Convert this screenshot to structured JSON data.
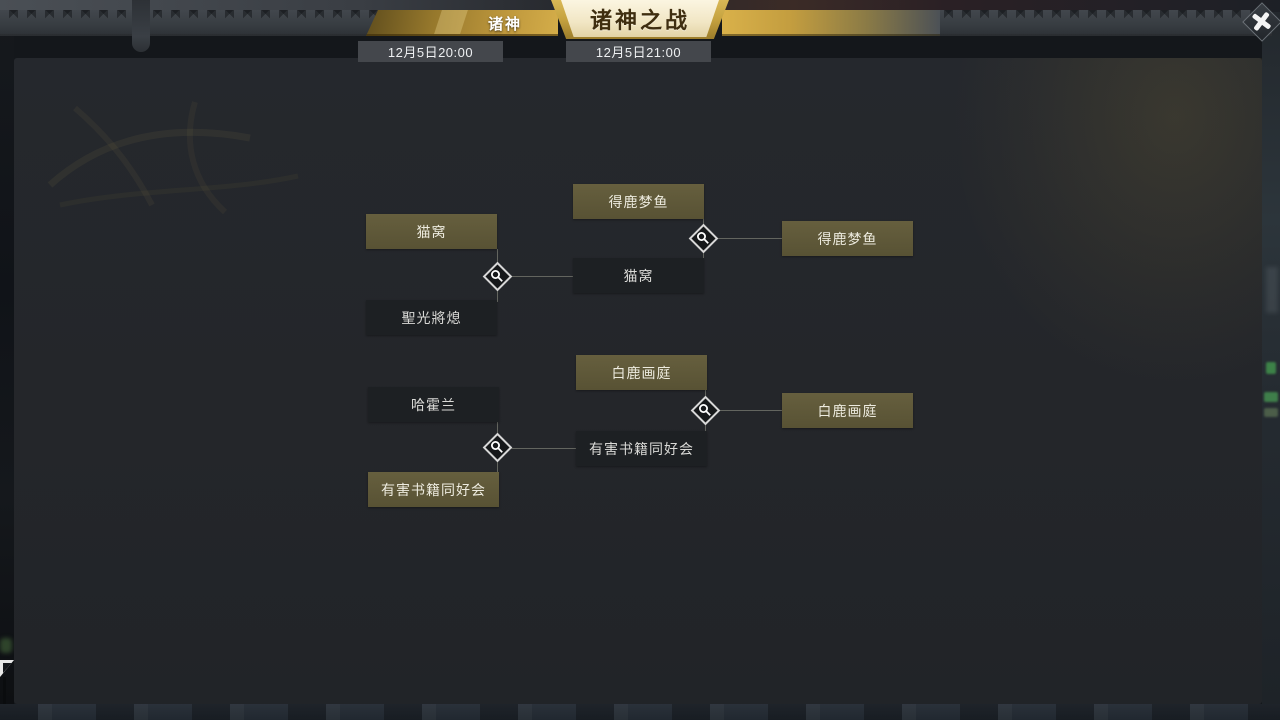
{
  "window": {
    "tab_label": "诸神",
    "title": "诸神之战"
  },
  "schedule": [
    {
      "label": "12月5日20:00"
    },
    {
      "label": "12月5日21:00"
    }
  ],
  "bracket": {
    "matches": [
      {
        "bracket": "upper",
        "round_time": "12月5日20:00",
        "teams": [
          "猫窝",
          "聖光將熄"
        ],
        "winner": "猫窝"
      },
      {
        "bracket": "lower",
        "round_time": "12月5日20:00",
        "teams": [
          "哈霍兰",
          "有害书籍同好会"
        ],
        "winner": "有害书籍同好会"
      },
      {
        "bracket": "upper",
        "round_time": "12月5日21:00",
        "teams": [
          "得鹿梦鱼",
          "猫窝"
        ],
        "winner": "得鹿梦鱼"
      },
      {
        "bracket": "lower",
        "round_time": "12月5日21:00",
        "teams": [
          "白鹿画庭",
          "有害书籍同好会"
        ],
        "winner": "白鹿画庭"
      }
    ],
    "advancers": [
      "得鹿梦鱼",
      "白鹿画庭"
    ]
  },
  "icons": {
    "magnifier": "view-match-details",
    "close": "close-window"
  },
  "colors": {
    "winner_box": "#5f593b",
    "default_box": "#1d2023",
    "panel_bg": "#24272b",
    "gold_accent": "#c8a044",
    "chip_bg": "#44474c"
  }
}
